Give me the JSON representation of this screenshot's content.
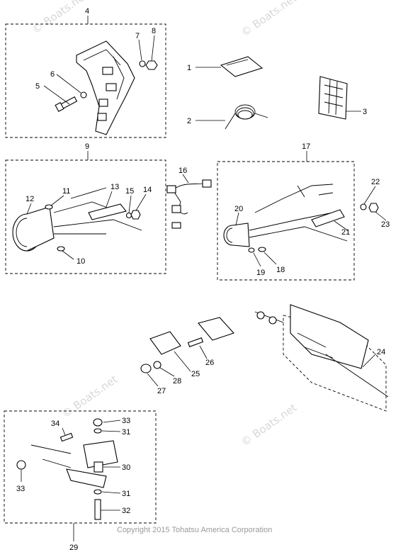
{
  "callouts": [
    {
      "id": "c1",
      "label": "1"
    },
    {
      "id": "c2",
      "label": "2"
    },
    {
      "id": "c3",
      "label": "3"
    },
    {
      "id": "c4",
      "label": "4"
    },
    {
      "id": "c5",
      "label": "5"
    },
    {
      "id": "c6",
      "label": "6"
    },
    {
      "id": "c7",
      "label": "7"
    },
    {
      "id": "c8",
      "label": "8"
    },
    {
      "id": "c9",
      "label": "9"
    },
    {
      "id": "c10",
      "label": "10"
    },
    {
      "id": "c11",
      "label": "11"
    },
    {
      "id": "c12",
      "label": "12"
    },
    {
      "id": "c13",
      "label": "13"
    },
    {
      "id": "c14",
      "label": "14"
    },
    {
      "id": "c15",
      "label": "15"
    },
    {
      "id": "c16",
      "label": "16"
    },
    {
      "id": "c17",
      "label": "17"
    },
    {
      "id": "c18",
      "label": "18"
    },
    {
      "id": "c19",
      "label": "19"
    },
    {
      "id": "c20",
      "label": "20"
    },
    {
      "id": "c21",
      "label": "21"
    },
    {
      "id": "c22",
      "label": "22"
    },
    {
      "id": "c23",
      "label": "23"
    },
    {
      "id": "c24",
      "label": "24"
    },
    {
      "id": "c25",
      "label": "25"
    },
    {
      "id": "c26",
      "label": "26"
    },
    {
      "id": "c27",
      "label": "27"
    },
    {
      "id": "c28",
      "label": "28"
    },
    {
      "id": "c29",
      "label": "29"
    },
    {
      "id": "c30",
      "label": "30"
    },
    {
      "id": "c31a",
      "label": "31"
    },
    {
      "id": "c31b",
      "label": "31"
    },
    {
      "id": "c32",
      "label": "32"
    },
    {
      "id": "c33a",
      "label": "33"
    },
    {
      "id": "c33b",
      "label": "33"
    },
    {
      "id": "c34",
      "label": "34"
    }
  ],
  "watermark": "© Boats.net",
  "copyright": "Copyright 2015 Tohatsu America Corporation"
}
